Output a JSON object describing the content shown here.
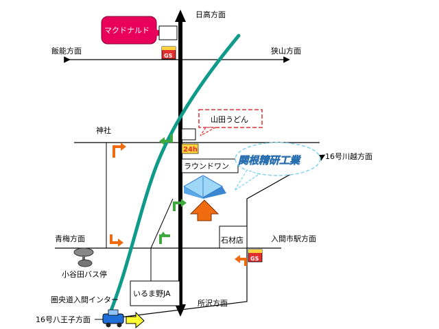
{
  "directions": {
    "north": "日高方面",
    "west": "飯能方面",
    "east": "狭山方面",
    "shrine": "神社",
    "kawagoe": "16号川越方面",
    "ome": "青梅方面",
    "irumashi": "入間市駅方面",
    "tokorozawa": "所沢方面",
    "hachioji": "16号八王子方面",
    "interchange": "圏央道入間インター"
  },
  "landmarks": {
    "mcdonalds": "マクドナルド",
    "yamada_udon": "山田うどん",
    "round_one": "ラウンドワン",
    "ishizai": "石材店",
    "irumano_ja": "いるま野JA",
    "bus_stop": "小谷田バス停",
    "gs": "GS",
    "sign_24": "24h"
  },
  "company": "関根精研工業",
  "colors": {
    "mcdonalds_bubble": "#e8005a",
    "river": "#0f9a8a",
    "destination_arrow": "#f06a10",
    "car": "#1f6fd6",
    "car_arrow": "#ffff33",
    "turn_arrow_orange": "#f06a10",
    "turn_arrow_green": "#3fa93f"
  }
}
